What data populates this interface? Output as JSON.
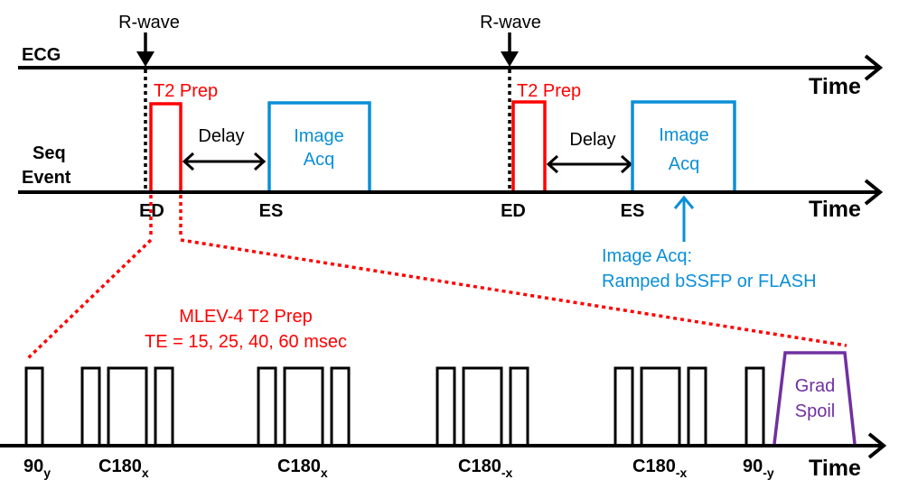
{
  "colors": {
    "black": "#000000",
    "red": "#ff0000",
    "blue": "#0a8fd8",
    "purple": "#7030a0"
  },
  "top": {
    "ecg_label": "ECG",
    "seq_label_line1": "Seq",
    "seq_label_line2": "Event",
    "time_label": "Time",
    "cycles": [
      {
        "rwave_label": "R-wave",
        "t2prep_label": "T2 Prep",
        "delay_label": "Delay",
        "image_acq_line1": "Image",
        "image_acq_line2": "Acq",
        "ed_label": "ED",
        "es_label": "ES"
      },
      {
        "rwave_label": "R-wave",
        "t2prep_label": "T2 Prep",
        "delay_label": "Delay",
        "image_acq_line1": "Image",
        "image_acq_line2": "Acq",
        "ed_label": "ED",
        "es_label": "ES"
      }
    ],
    "image_acq_note_line1": "Image Acq:",
    "image_acq_note_line2": "Ramped bSSFP or FLASH"
  },
  "bottom": {
    "title_line1": "MLEV-4 T2 Prep",
    "title_line2": "TE = 15, 25, 40, 60 msec",
    "time_label": "Time",
    "grad_spoil_line1": "Grad",
    "grad_spoil_line2": "Spoil",
    "pulse_labels": [
      {
        "base": "90",
        "sub": "y"
      },
      {
        "base": "C180",
        "sub": "x"
      },
      {
        "base": "C180",
        "sub": "x"
      },
      {
        "base": "C180",
        "sub": "-x"
      },
      {
        "base": "C180",
        "sub": "-x"
      },
      {
        "base": "90",
        "sub": "-y"
      }
    ]
  }
}
